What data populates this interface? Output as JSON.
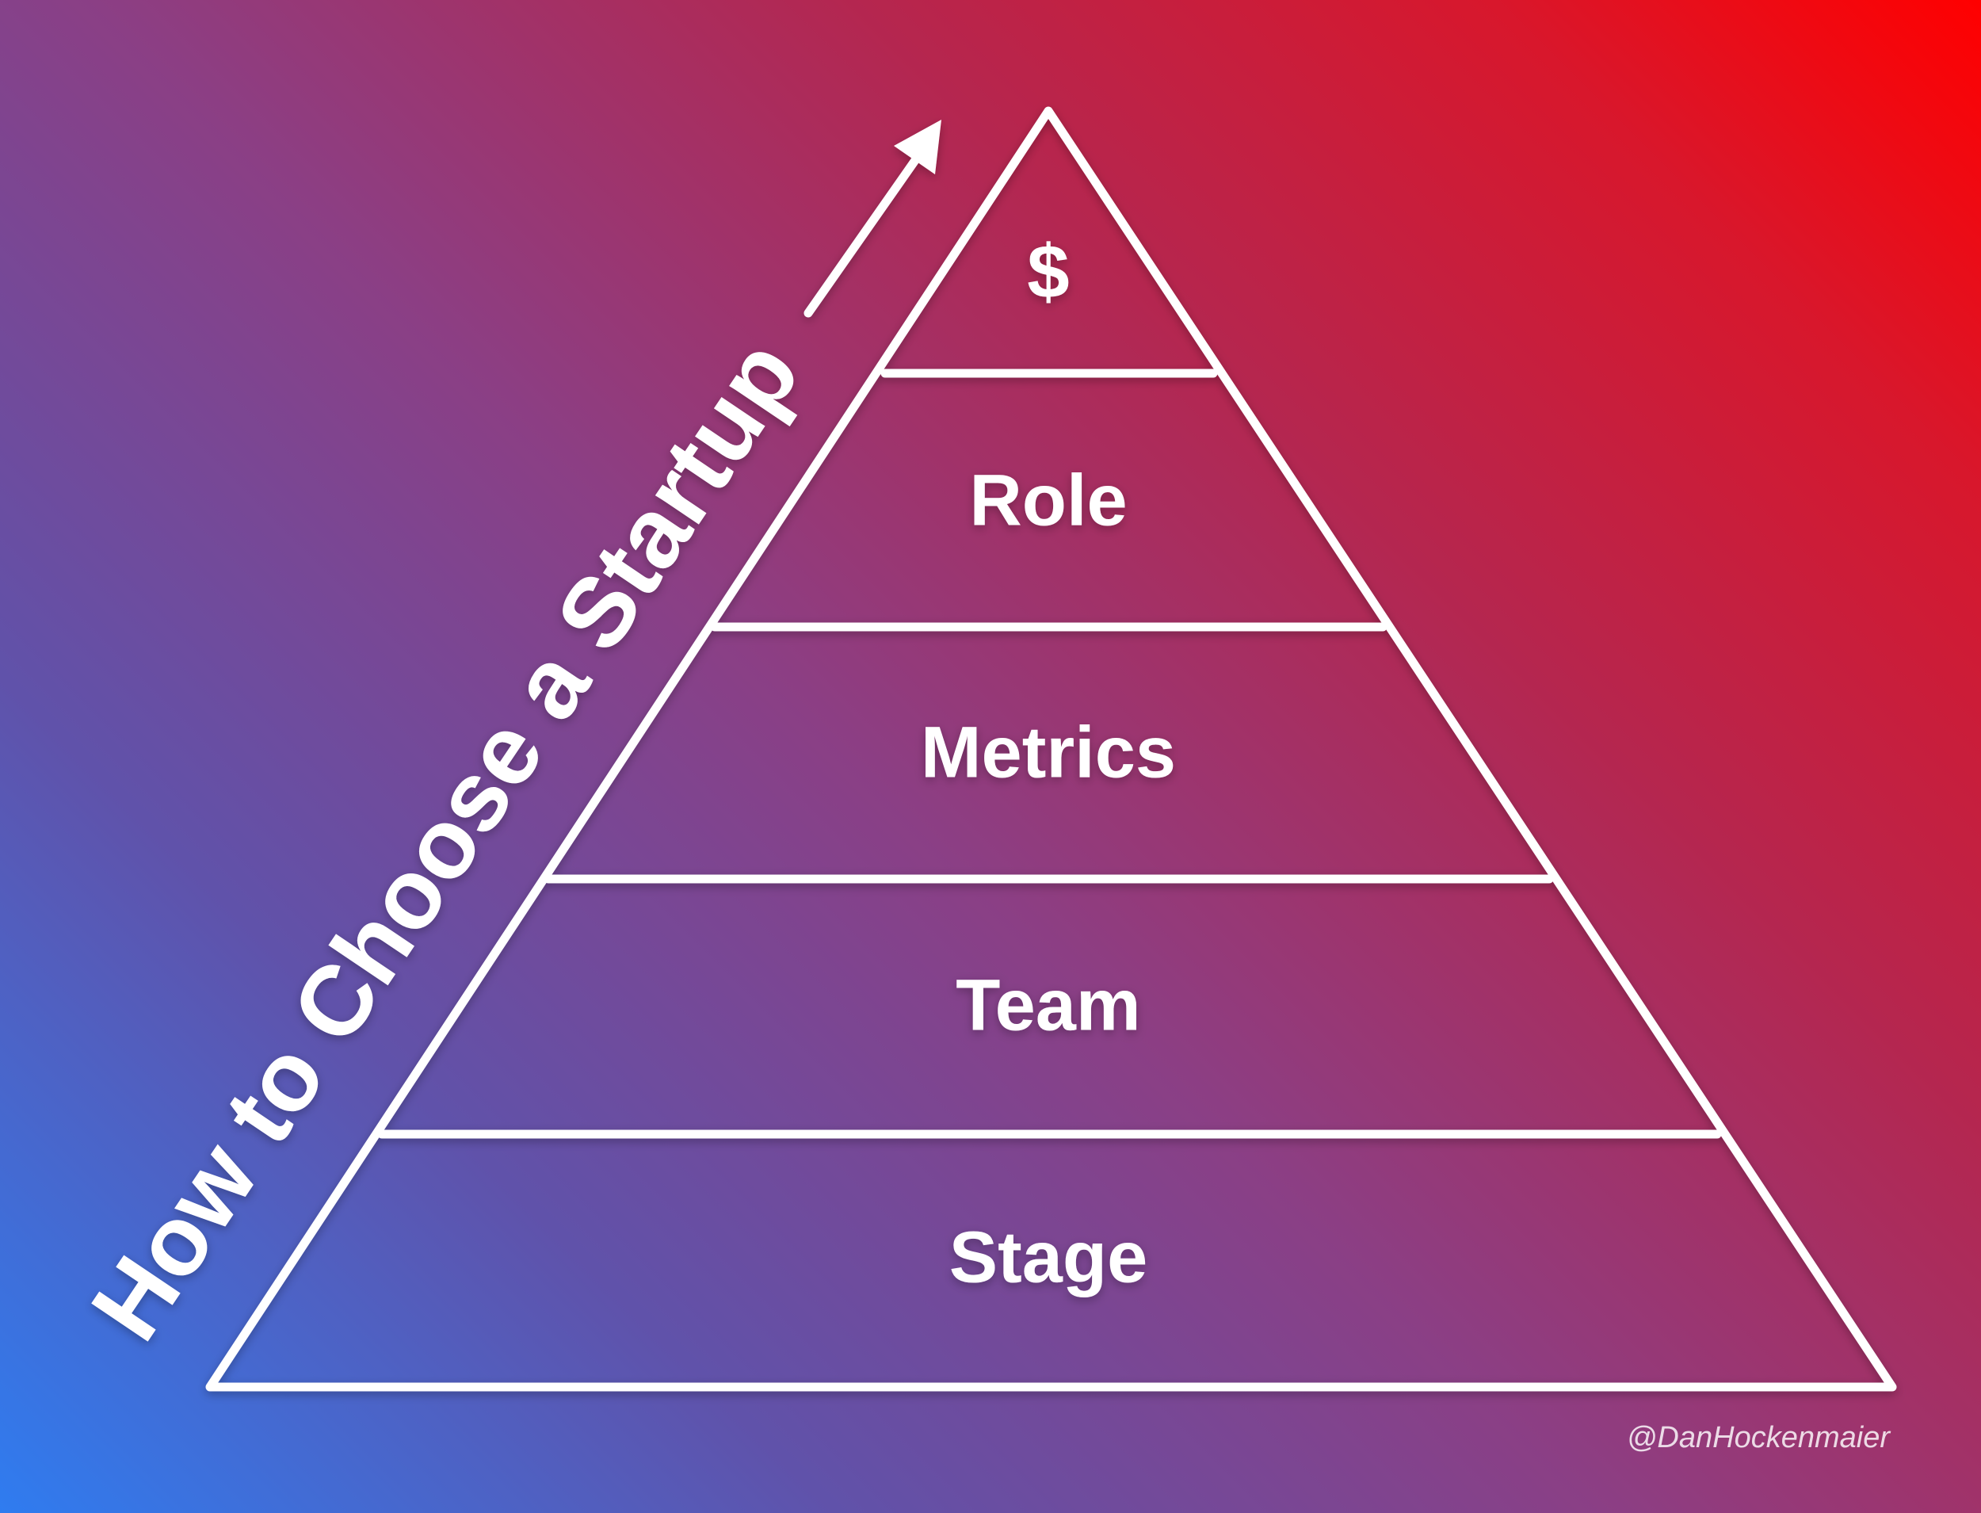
{
  "title": "How to Choose a Startup",
  "tiers": [
    {
      "label": "$"
    },
    {
      "label": "Role"
    },
    {
      "label": "Metrics"
    },
    {
      "label": "Team"
    },
    {
      "label": "Stage"
    }
  ],
  "credit": "@DanHockenmaier",
  "colors": {
    "gradient_start": "#2f7cf0",
    "gradient_mid": "#8b3f85",
    "gradient_end": "#ff0000",
    "line": "#ffffff",
    "text": "#ffffff"
  },
  "icons": {
    "arrow": "arrow-up-right-icon"
  }
}
